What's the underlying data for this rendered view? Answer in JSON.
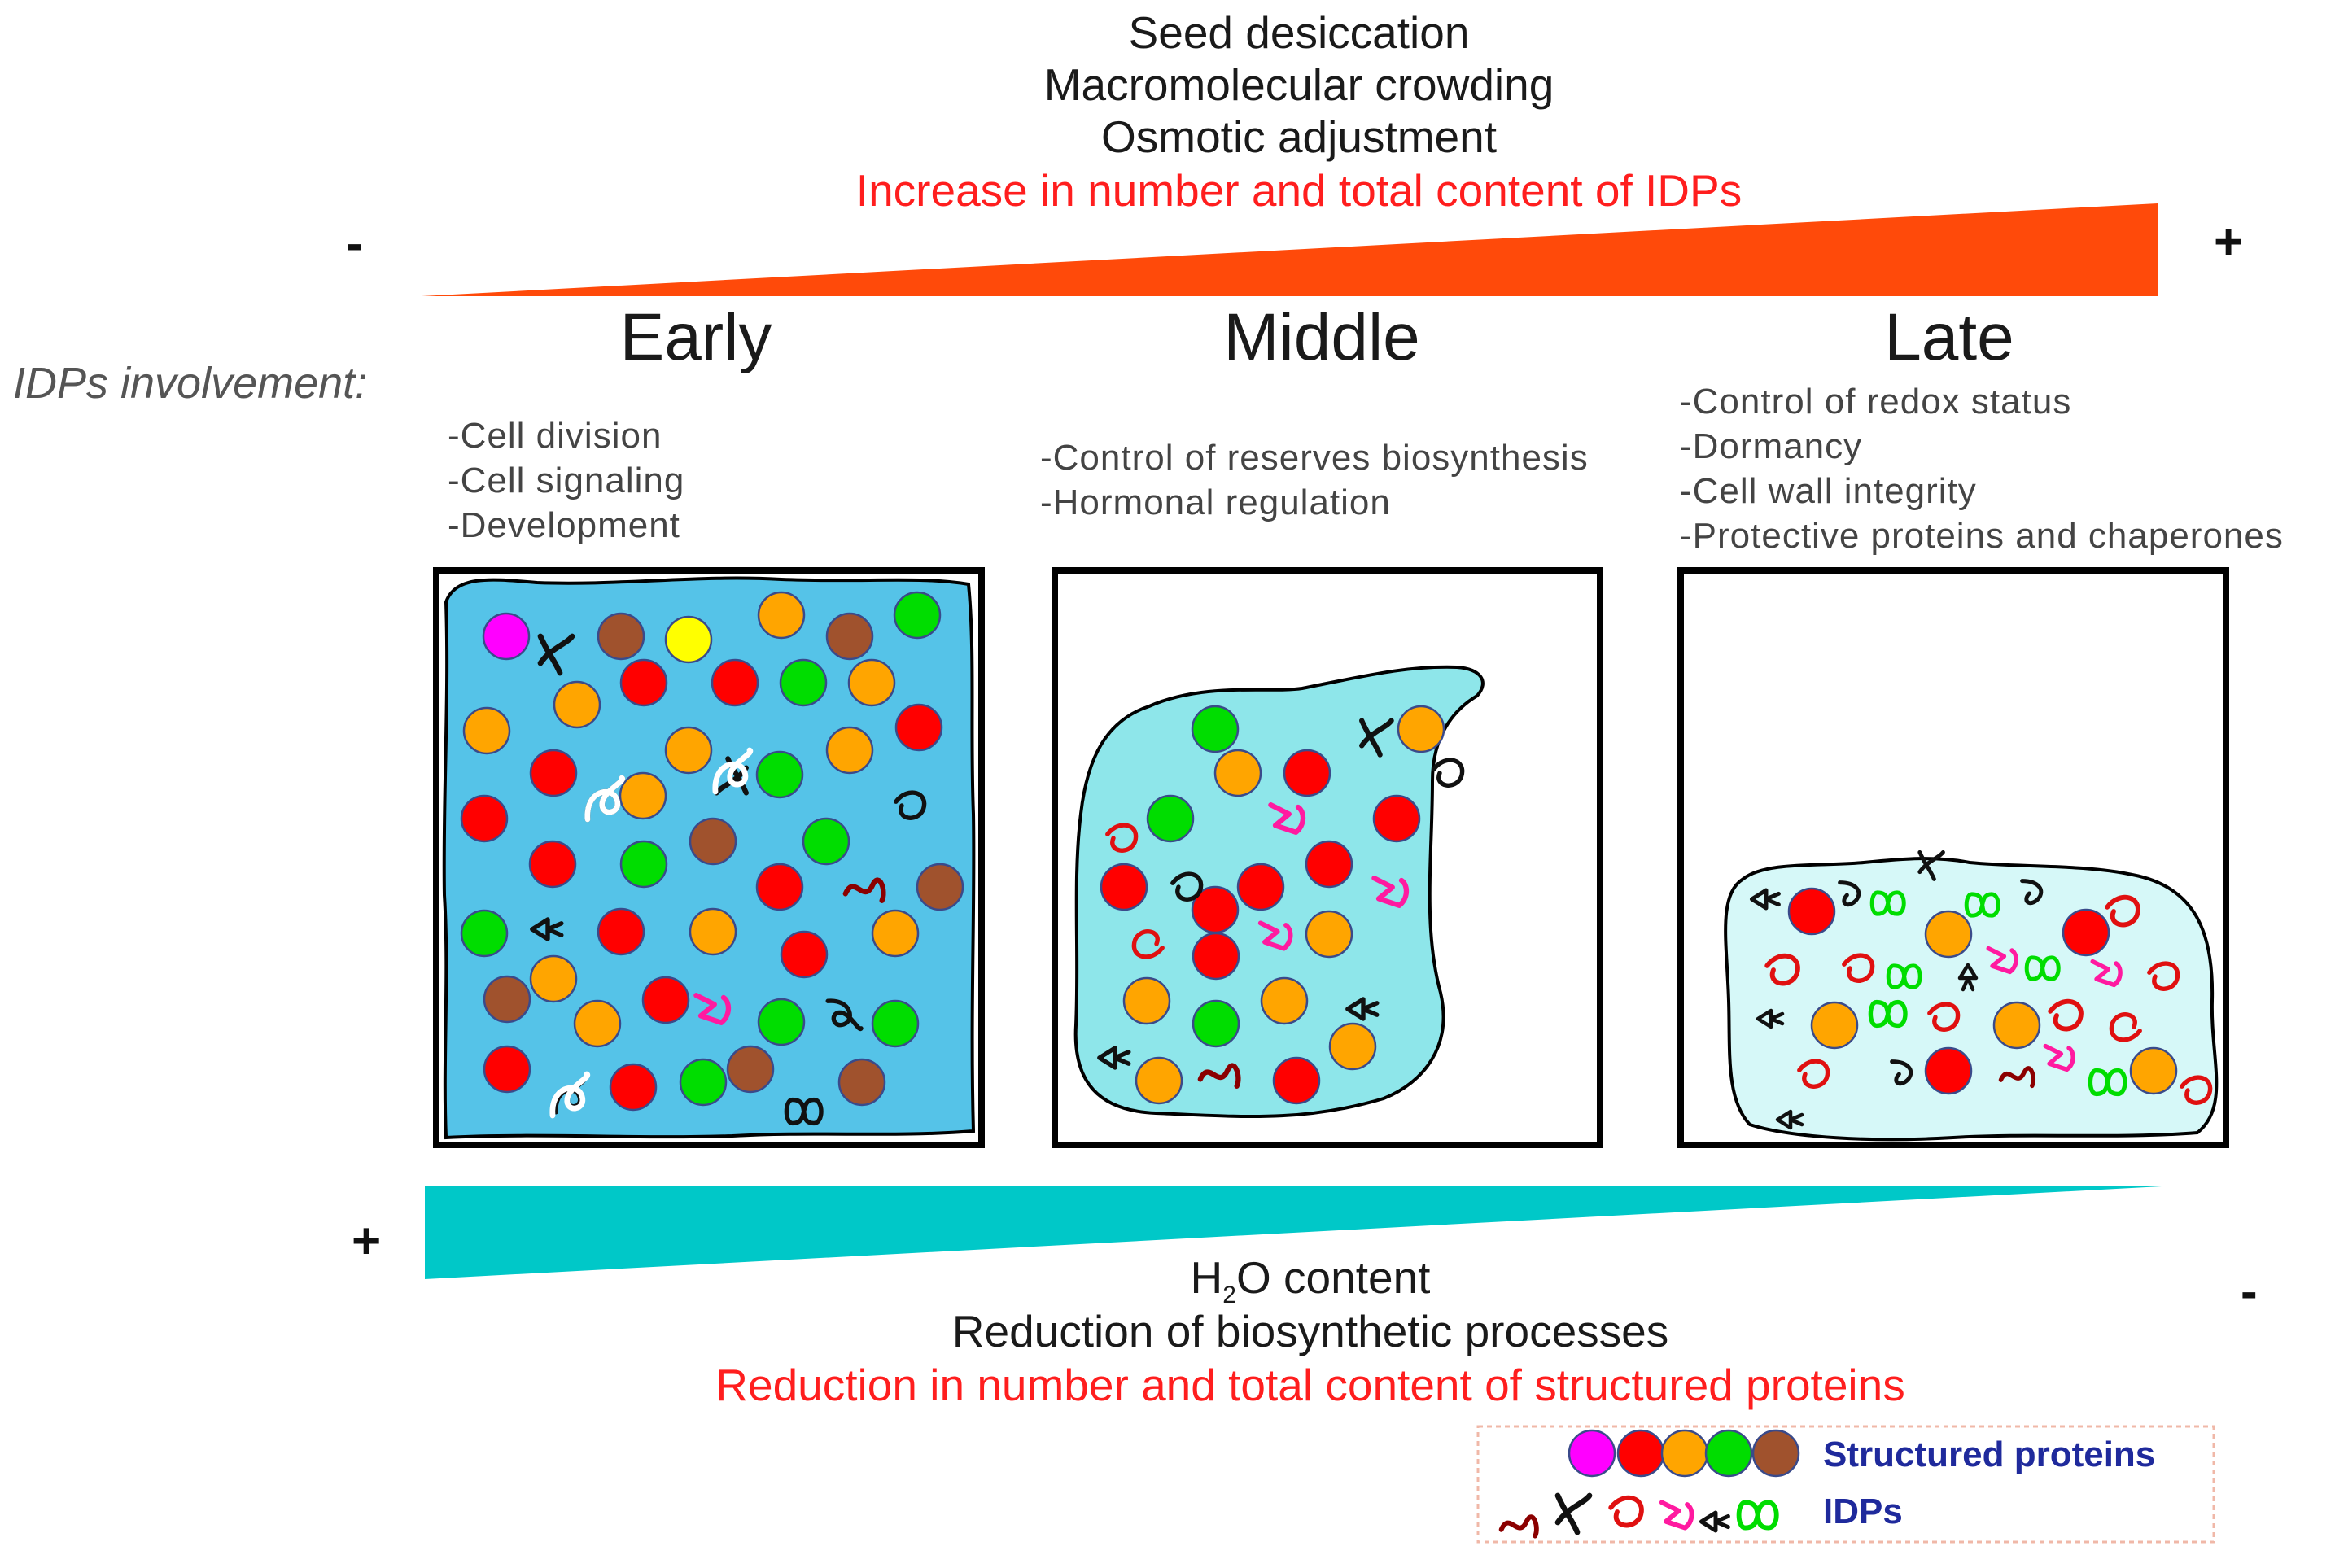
{
  "top": {
    "lines": [
      "Seed desiccation",
      "Macromolecular crowding",
      "Osmotic adjustment"
    ],
    "highlight": "Increase in number and total content of IDPs",
    "minus": "-",
    "plus": "+",
    "wedge_color": "#ff4a0a"
  },
  "involvement_label": "IDPs involvement:",
  "stages": [
    {
      "title": "Early",
      "roles": [
        "-Cell division",
        "-Cell signaling",
        "-Development"
      ]
    },
    {
      "title": "Middle",
      "roles": [
        "-Control of reserves biosynthesis",
        "-Hormonal regulation"
      ]
    },
    {
      "title": "Late",
      "roles": [
        "-Control of redox status",
        "-Dormancy",
        "-Cell wall integrity",
        "-Protective proteins and chaperones"
      ]
    }
  ],
  "bottom": {
    "plus": "+",
    "minus": "-",
    "h2o_prefix": "H",
    "h2o_sub": "2",
    "h2o_suffix": "O content",
    "line2": "Reduction of biosynthetic processes",
    "highlight": "Reduction in number and total content of structured proteins",
    "wedge_color": "#00c8c8"
  },
  "legend": {
    "structured": "Structured proteins",
    "idps": "IDPs"
  },
  "colors": {
    "magenta": "#ff00ff",
    "red": "#ff0000",
    "orange": "#ffa500",
    "green": "#00dd00",
    "brown": "#a0522d",
    "yellow": "#ffff00",
    "early_cytoplasm": "#55c3e8",
    "middle_cytoplasm": "#8ee6ea",
    "late_cytoplasm": "#d6f8f8",
    "idp_black": "#111111",
    "idp_red": "#e01010",
    "idp_pink": "#ff1aa0",
    "idp_green": "#00dd00",
    "idp_darkred": "#8b0000"
  }
}
